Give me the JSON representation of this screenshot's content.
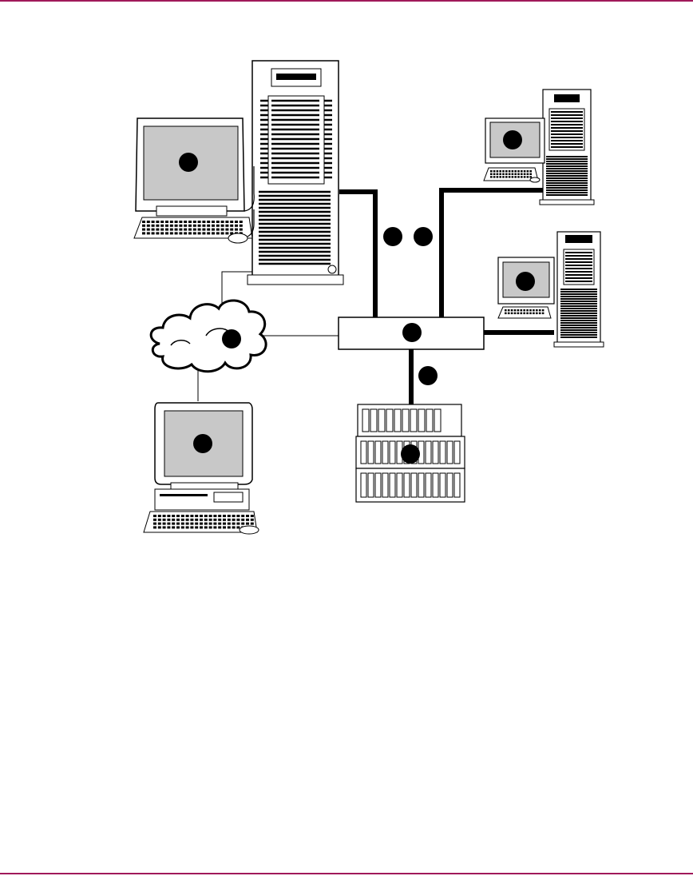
{
  "page": {
    "rule_color": "#a0195a"
  },
  "diagram": {
    "callout_color": "#000000",
    "screen_color": "#c8c8c8",
    "callouts": [
      {
        "id": "admin-monitor",
        "label": ""
      },
      {
        "id": "server-link-1",
        "label": ""
      },
      {
        "id": "server-link-2",
        "label": ""
      },
      {
        "id": "host-monitor-1",
        "label": ""
      },
      {
        "id": "host-monitor-2",
        "label": ""
      },
      {
        "id": "network",
        "label": ""
      },
      {
        "id": "switch",
        "label": ""
      },
      {
        "id": "storage-link",
        "label": ""
      },
      {
        "id": "client-monitor",
        "label": ""
      },
      {
        "id": "storage",
        "label": ""
      }
    ]
  }
}
